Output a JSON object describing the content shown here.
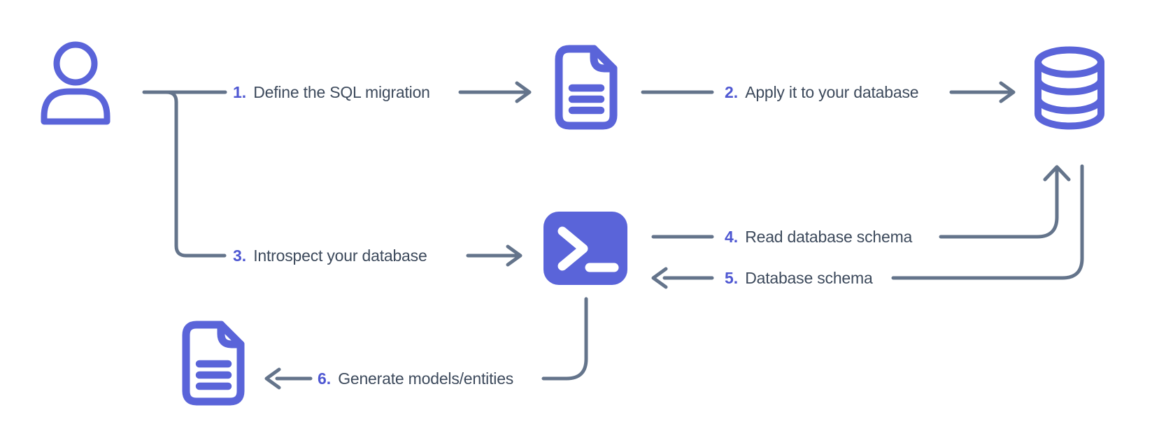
{
  "diagram": {
    "steps": [
      {
        "number": "1.",
        "label": "Define the SQL migration"
      },
      {
        "number": "2.",
        "label": "Apply it to your database"
      },
      {
        "number": "3.",
        "label": "Introspect your database"
      },
      {
        "number": "4.",
        "label": "Read database schema"
      },
      {
        "number": "5.",
        "label": "Database schema"
      },
      {
        "number": "6.",
        "label": "Generate models/entities"
      }
    ],
    "icons": {
      "user": "user-icon",
      "migration_file": "document-file-icon",
      "database": "database-cylinder-icon",
      "terminal": "terminal-prompt-icon",
      "models_file": "document-file-icon"
    },
    "colors": {
      "accent": "#5A64D9",
      "number": "#4E57D2",
      "line": "#64748B",
      "text": "#3D4A5C",
      "background": "#FFFFFF",
      "terminal_glyph": "#FFFFFF"
    }
  }
}
